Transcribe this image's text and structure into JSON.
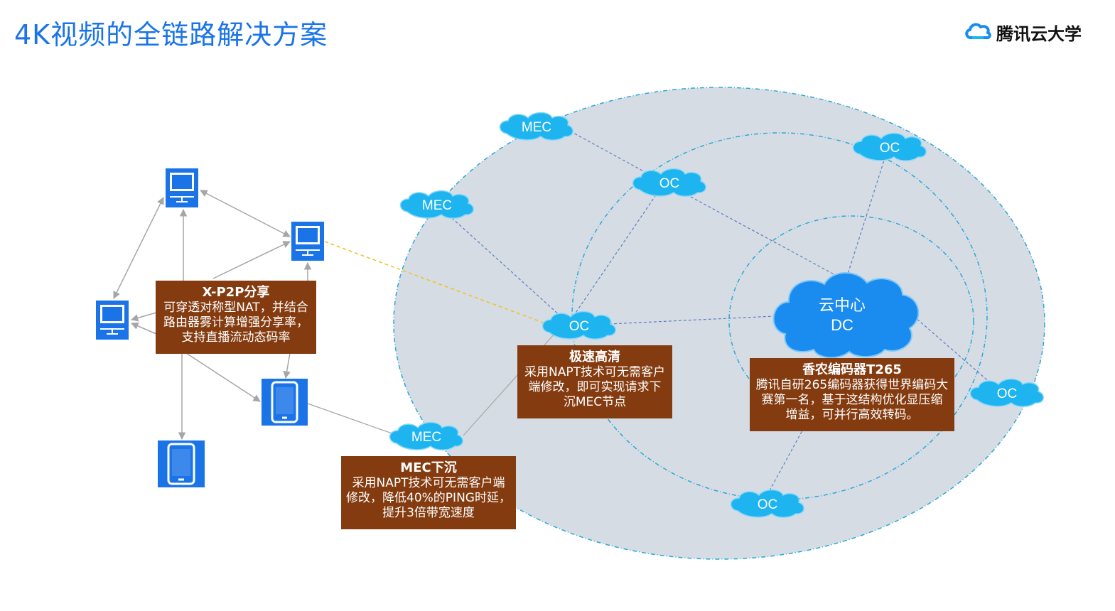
{
  "title": "4K视频的全链路解决方案",
  "logo": {
    "text": "腾讯云大学",
    "icon": "cloud-logo-icon"
  },
  "colors": {
    "title": "#1a74e8",
    "ellipse_fill": "#d6dce4",
    "ellipse_border": "#2aa8d8",
    "cloud_fill": "#1eb4f0",
    "dc_fill": "#1a8cf0",
    "device_fill": "#1a74e8",
    "box_fill": "#843b0f"
  },
  "nodes": {
    "mec_top": "MEC",
    "mec_left": "MEC",
    "mec_bottom": "MEC",
    "oc_inner_top": "OC",
    "oc_mid": "OC",
    "oc_top_right": "OC",
    "oc_right": "OC",
    "oc_bottom": "OC",
    "dc": {
      "line1": "云中心",
      "line2": "DC"
    }
  },
  "boxes": {
    "xp2p": {
      "title": "X-P2P分享",
      "lines": [
        "可穿透对称型NAT，并结合",
        "路由器雾计算增强分享率，",
        "支持直播流动态码率"
      ]
    },
    "jisu": {
      "title": "极速高清",
      "lines": [
        "采用NAPT技术可无需客户",
        "端修改，即可实现请求下",
        "沉MEC节点"
      ]
    },
    "xiangnong": {
      "title": "香农编码器T265",
      "lines": [
        "腾讯自研265编码器获得世界编码大",
        "赛第一名，基于这结构优化显压缩",
        "增益，可并行高效转码。"
      ]
    },
    "mec_down": {
      "title": "MEC下沉",
      "lines": [
        "采用NAPT技术可无需客户端",
        "修改，降低40%的PING时延，",
        "提升3倍带宽速度"
      ]
    }
  },
  "devices": [
    "monitor-icon",
    "monitor-icon",
    "monitor-icon",
    "phone-icon",
    "phone-icon"
  ]
}
